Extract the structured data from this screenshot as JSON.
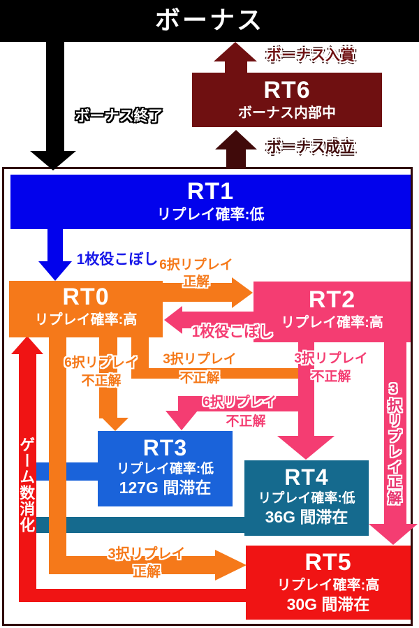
{
  "header": {
    "title": "ボーナス"
  },
  "nodes": {
    "rt6": {
      "name": "RT6",
      "subtitle": "ボーナス内部中"
    },
    "rt1": {
      "name": "RT1",
      "subtitle": "リプレイ確率:低"
    },
    "rt0": {
      "name": "RT0",
      "subtitle": "リプレイ確率:高"
    },
    "rt2": {
      "name": "RT2",
      "subtitle": "リプレイ確率:高"
    },
    "rt3": {
      "name": "RT3",
      "subtitle": "リプレイ確率:低",
      "duration": "127G 間滞在"
    },
    "rt4": {
      "name": "RT4",
      "subtitle": "リプレイ確率:低",
      "duration": "36G 間滞在"
    },
    "rt5": {
      "name": "RT5",
      "subtitle": "リプレイ確率:高",
      "duration": "30G 間滞在"
    }
  },
  "transitions": {
    "bonus_win": "ボーナス入賞",
    "bonus_establish": "ボーナス成立",
    "bonus_end": "ボーナス終了",
    "rt1_to_rt0": "1枚役こぼし",
    "rt0_to_rt2_line1": "6択リプレイ",
    "rt0_to_rt2_line2": "正解",
    "rt2_to_rt0": "1枚役こぼし",
    "rt0_to_rt3_line1": "6択リプレイ",
    "rt0_to_rt3_line2": "不正解",
    "rt0_to_rt4_line1": "3択リプレイ",
    "rt0_to_rt4_line2": "不正解",
    "rt2_to_rt4_line1": "3択リプレイ",
    "rt2_to_rt4_line2": "不正解",
    "rt2_to_rt3_line1": "6択リプレイ",
    "rt2_to_rt3_line2": "不正解",
    "rt0_to_rt5_line1": "3択リプレイ",
    "rt0_to_rt5_line2": "正解",
    "rt2_to_rt5_vertical": "3択リプレイ正解",
    "game_count_vertical": "ゲーム数消化"
  },
  "colors": {
    "header_bg": "#000000",
    "rt6": "#6F1011",
    "bonus_establish_arrow": "#400A0A",
    "frame_border": "#300808",
    "rt1": "#0202EC",
    "rt0": "#F5791A",
    "rt2": "#F43D72",
    "rt3": "#1A63DA",
    "rt4": "#156A8E",
    "rt5": "#F01414",
    "game_count_path": "#F01414"
  }
}
